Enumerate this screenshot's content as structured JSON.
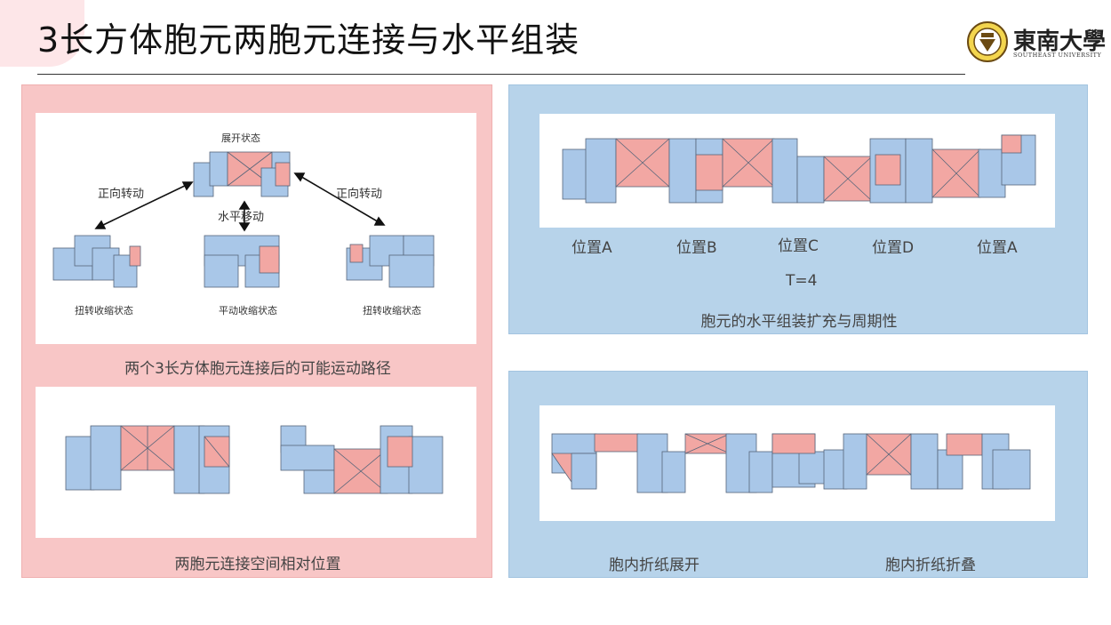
{
  "slide": {
    "title": "3长方体胞元两胞元连接与水平组装"
  },
  "logo": {
    "name": "東南大學",
    "subtitle": "SOUTHEAST UNIVERSITY"
  },
  "left_top": {
    "state_top": "展开状态",
    "arrow_left": "正向转动",
    "arrow_right": "正向转动",
    "arrow_mid": "水平移动",
    "state_left": "扭转收缩状态",
    "state_mid": "平动收缩状态",
    "state_right": "扭转收缩状态",
    "caption": "两个3长方体胞元连接后的可能运动路径"
  },
  "left_bottom": {
    "caption": "两胞元连接空间相对位置"
  },
  "right_top": {
    "positions": [
      "位置A",
      "位置B",
      "位置C",
      "位置D",
      "位置A"
    ],
    "period": "T=4",
    "caption": "胞元的水平组装扩充与周期性"
  },
  "right_bottom": {
    "caption_left": "胞内折纸展开",
    "caption_right": "胞内折纸折叠"
  },
  "colors": {
    "blue_face": "#a9c7e8",
    "pink_face": "#f2a7a3",
    "edge": "#56657a",
    "panel_pink": "#f8c6c6",
    "panel_blue": "#b7d3ea"
  }
}
